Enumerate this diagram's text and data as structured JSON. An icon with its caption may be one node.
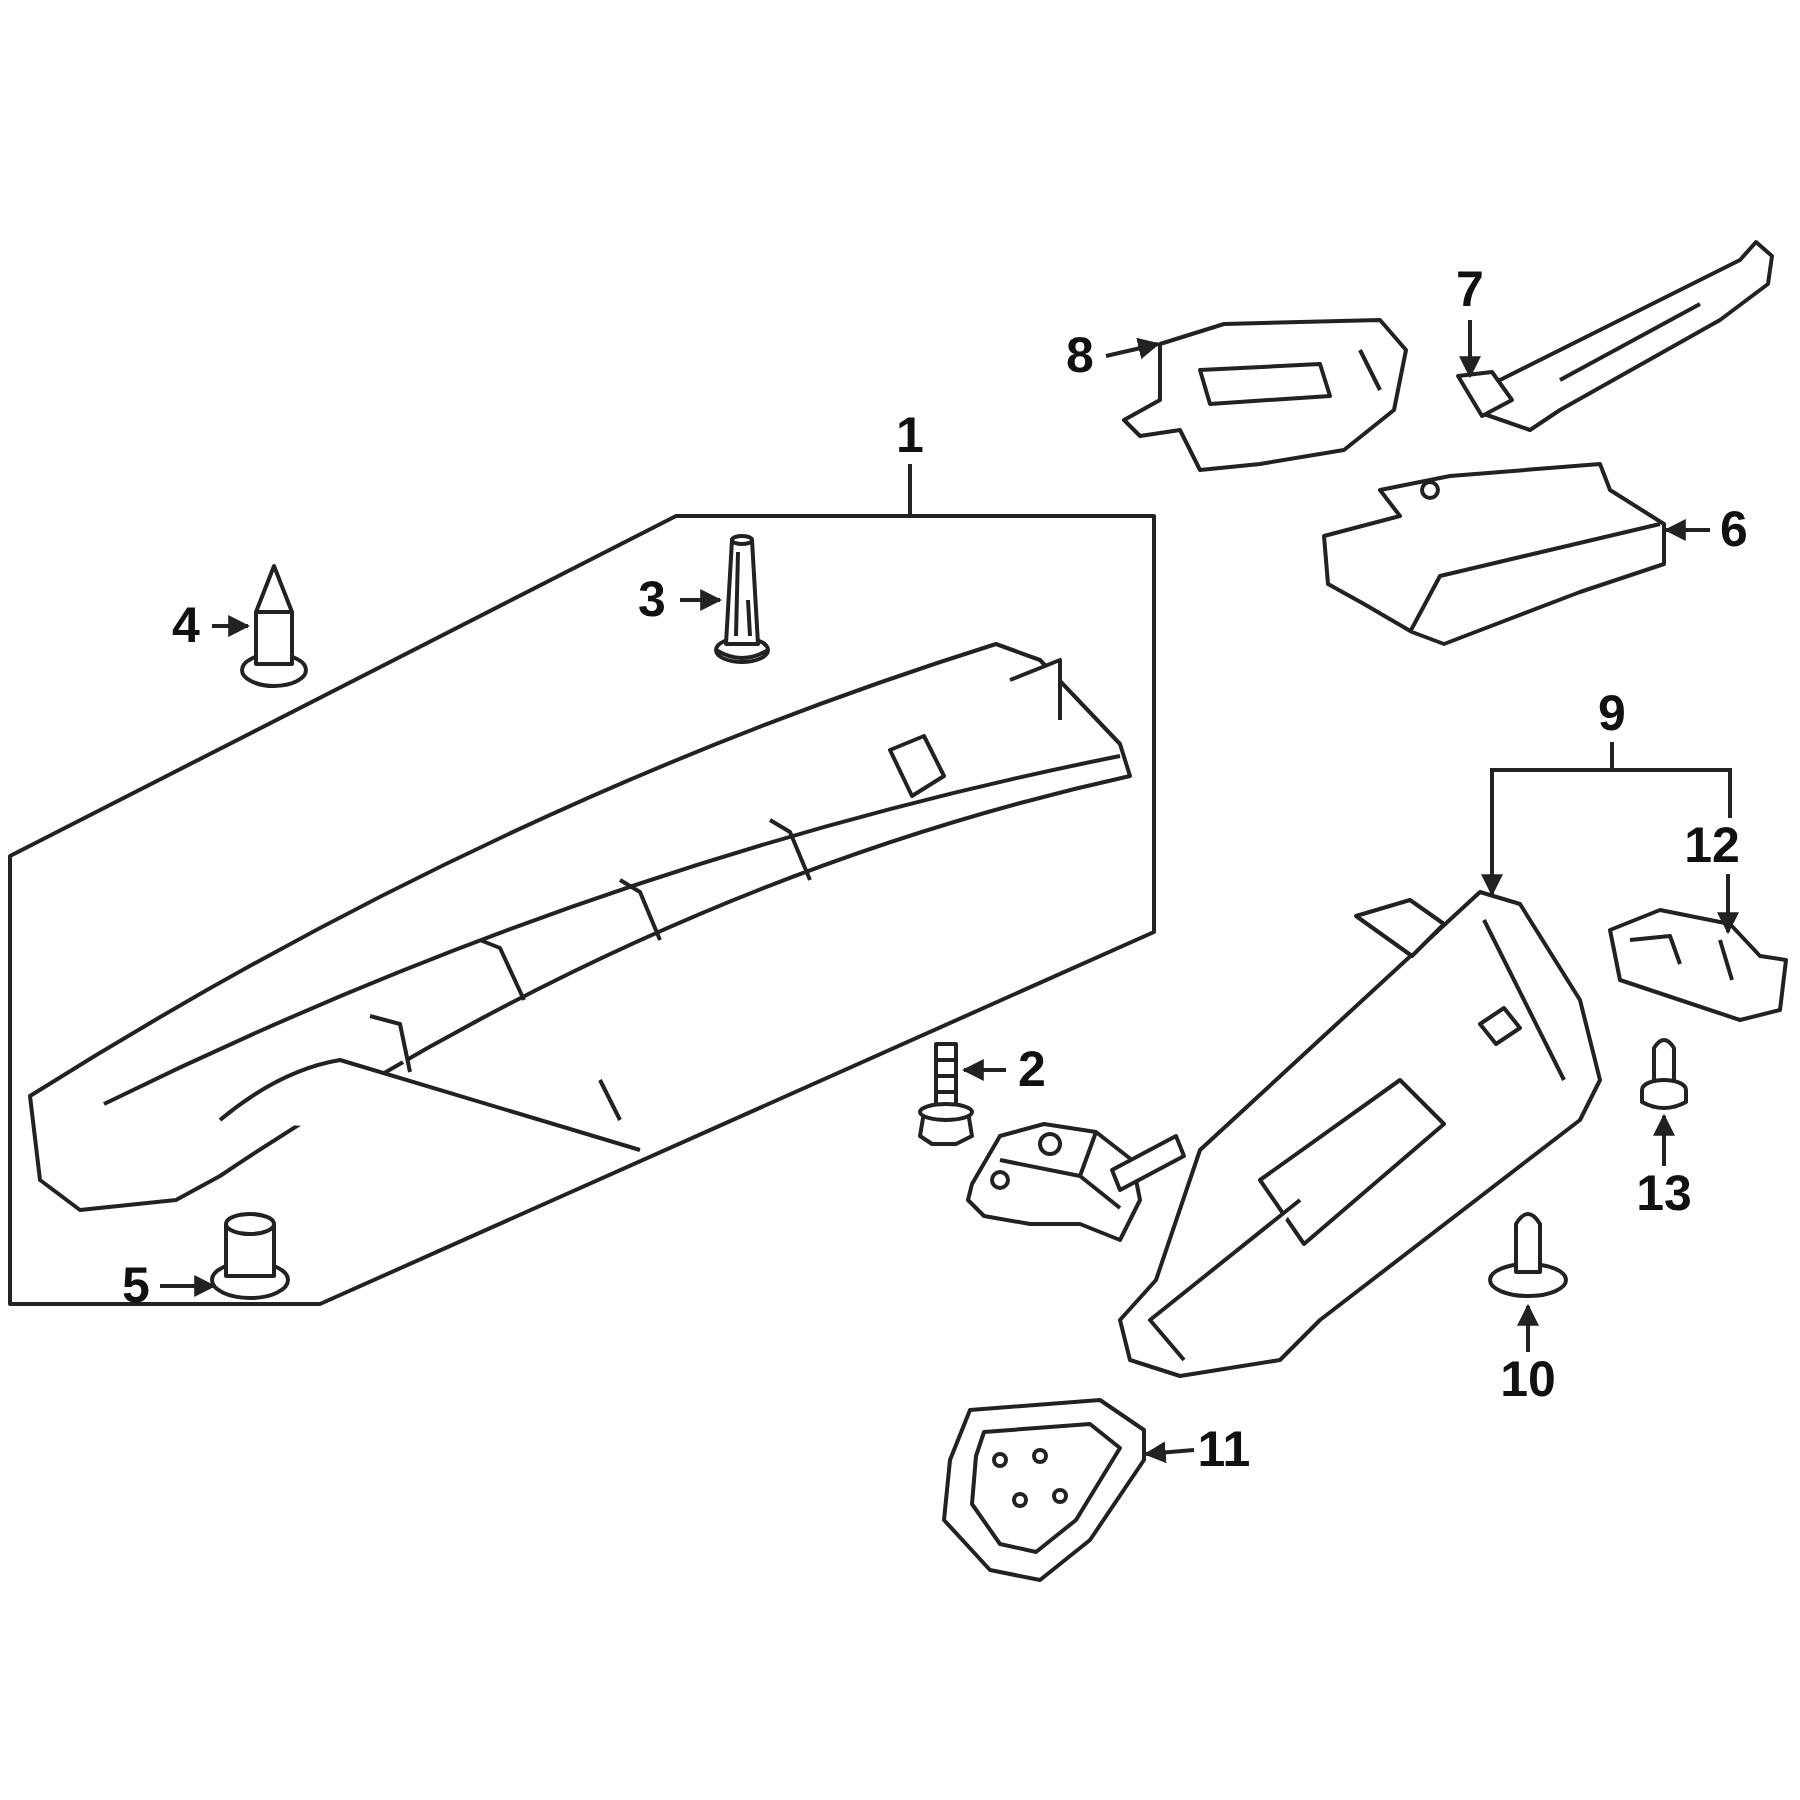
{
  "diagram": {
    "nodes": [
      {
        "text": [
          "1"
        ]
      },
      {
        "text": [],
        "shape": "box"
      },
      {
        "text": [
          "3"
        ],
        "in": 1
      },
      {
        "text": [],
        "shape": "picture",
        "in": 1
      },
      {
        "text": [
          "4"
        ]
      },
      {
        "text": [],
        "shape": "picture"
      },
      {
        "text": [
          "2"
        ]
      },
      {
        "text": [],
        "shape": "picture"
      },
      {
        "text": [
          "5"
        ],
        "in": 1
      },
      {
        "text": [],
        "shape": "picture",
        "in": 1
      },
      {
        "text": [
          "8"
        ]
      },
      {
        "text": [],
        "shape": "picture"
      },
      {
        "text": [
          "7"
        ]
      },
      {
        "text": [],
        "shape": "picture"
      },
      {
        "text": [
          "6"
        ]
      },
      {
        "text": [],
        "shape": "picture"
      },
      {
        "text": [
          "9"
        ]
      },
      {
        "text": [],
        "shape": "picture"
      },
      {
        "text": [
          "12"
        ]
      },
      {
        "text": [],
        "shape": "picture"
      },
      {
        "text": [
          "13"
        ]
      },
      {
        "text": [],
        "shape": "picture"
      },
      {
        "text": [
          "10"
        ]
      },
      {
        "text": [],
        "shape": "picture"
      },
      {
        "text": [
          "11"
        ]
      },
      {
        "text": [],
        "shape": "picture"
      }
    ],
    "edges": [
      {
        "from": 0,
        "to": 1,
        "arrow": "none"
      },
      {
        "from": 2,
        "to": 3,
        "arrow": "to"
      },
      {
        "from": 4,
        "to": 5,
        "arrow": "to"
      },
      {
        "from": 6,
        "to": 7,
        "arrow": "to"
      },
      {
        "from": 8,
        "to": 9,
        "arrow": "to"
      },
      {
        "from": 10,
        "to": 11,
        "arrow": "to"
      },
      {
        "from": 12,
        "to": 13,
        "arrow": "to"
      },
      {
        "from": 14,
        "to": 15,
        "arrow": "to"
      },
      {
        "from": 16,
        "to": 17,
        "arrow": "to"
      },
      {
        "from": 16,
        "to": 18,
        "arrow": "none"
      },
      {
        "from": 18,
        "to": 19,
        "arrow": "to"
      },
      {
        "from": 20,
        "to": 21,
        "arrow": "to"
      },
      {
        "from": 22,
        "to": 23,
        "arrow": "to"
      },
      {
        "from": 24,
        "to": 25,
        "arrow": "to"
      }
    ]
  }
}
